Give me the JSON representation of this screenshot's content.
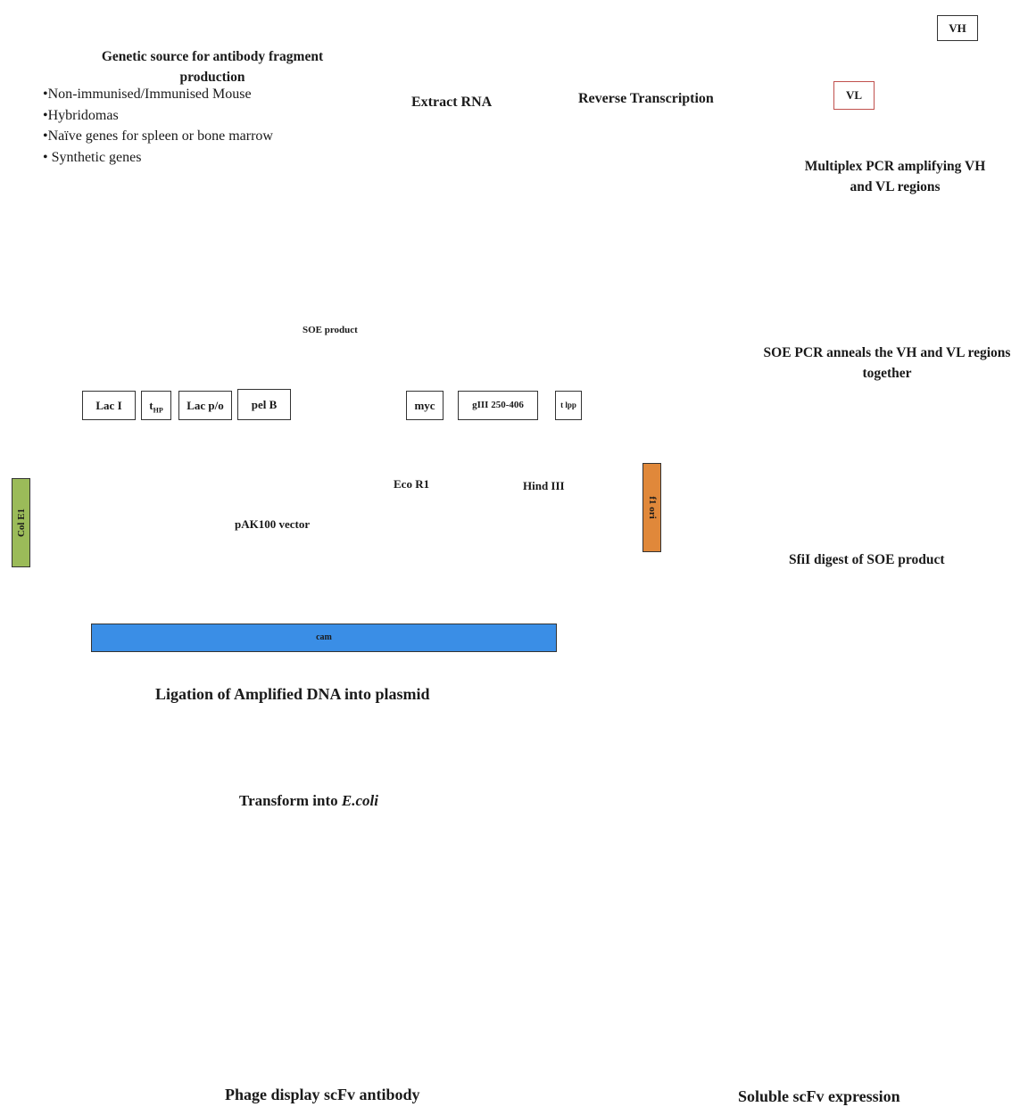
{
  "source": {
    "heading": "Genetic source for antibody fragment production",
    "items": [
      "•Non-immunised/Immunised Mouse",
      "•Hybridomas",
      "•Naïve genes for spleen or bone marrow",
      "• Synthetic genes"
    ]
  },
  "steps": {
    "extract_rna": "Extract RNA",
    "reverse_transcription": "Reverse Transcription",
    "multiplex_pcr": "Multiplex PCR amplifying VH and VL regions",
    "soe_pcr": "SOE PCR anneals the VH and VL regions together",
    "sfil_digest": "SfiI digest of SOE product",
    "ligation": "Ligation of Amplified DNA into plasmid",
    "transform_prefix": "Transform into ",
    "transform_organism": "E.coli",
    "phage_display": "Phage display scFv antibody",
    "soluble_expression": "Soluble scFv expression"
  },
  "chain_labels": {
    "vh": "VH",
    "vl": "VL"
  },
  "vector": {
    "name": "pAK100 vector",
    "soe_product": "SOE product",
    "elements": {
      "lac_i": "Lac I",
      "t_hp_main": "t",
      "t_hp_sub": "HP",
      "lac_po": "Lac p/o",
      "pel_b": "pel B",
      "myc": "myc",
      "giii": "gIII 250-406",
      "t_lpp": "t lpp",
      "f1_ori": "f1 ori",
      "col_e1": "Col E1",
      "cam": "cam"
    },
    "sites": {
      "eco_r1": "Eco R1",
      "hind_iii": "Hind III"
    }
  },
  "colors": {
    "vl_strand": "#c0504d",
    "vh_strand": "#6f9a6f",
    "arrow": "#333333",
    "col_e1": "#9bbb59",
    "f1_ori": "#e0883a",
    "cam": "#3a8ee6",
    "phage": "#333333"
  }
}
